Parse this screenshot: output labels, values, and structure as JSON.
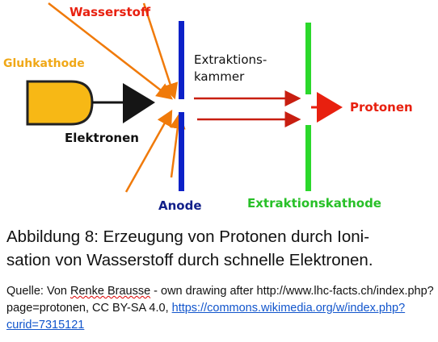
{
  "diagram": {
    "labels": {
      "wasserstoff": "Wasserstoff",
      "gluhkathode": "Gluhkathode",
      "elektronen": "Elektronen",
      "extraktionskammer_line1": "Extraktions-",
      "extraktionskammer_line2": "kammer",
      "protonen": "Protonen",
      "anode": "Anode",
      "extraktionskathode": "Extraktionskathode"
    },
    "colors": {
      "red": "#e8200f",
      "orange": "#f07a0a",
      "gold": "#f7b815",
      "blue": "#0c21c8",
      "green": "#2bd82b",
      "dark": "#151515",
      "anode_label": "#12208a",
      "kathode_label": "#28c028"
    }
  },
  "caption": {
    "line1": "Abbildung 8: Erzeugung von Protonen durch Ioni-",
    "line2": "sation von Wasserstoff durch schnelle Elektronen."
  },
  "source": {
    "prefix": "Quelle: Von ",
    "author": "Renke Brausse",
    "middle": " - own drawing after http://www.lhc-facts.ch/index.php?page=protonen, CC BY-SA 4.0, ",
    "link": "https://commons.wikimedia.org/w/index.php?curid=7315121"
  }
}
